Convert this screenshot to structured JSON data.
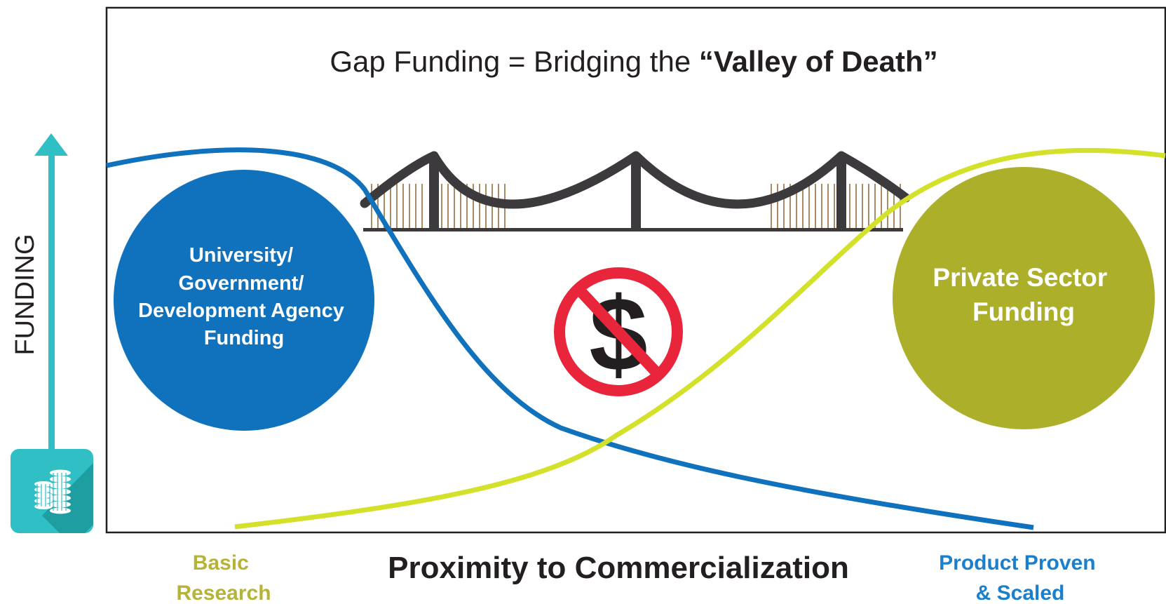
{
  "title": {
    "prefix": "Gap Funding = Bridging the ",
    "emphasis": "“Valley of Death”"
  },
  "y_axis": {
    "label": "FUNDING",
    "icon": "coins-stack-icon"
  },
  "x_axis": {
    "label": "Proximity to Commercialization",
    "start_label": [
      "Basic",
      "Research"
    ],
    "end_label": [
      "Product Proven",
      "& Scaled"
    ]
  },
  "public_funding": {
    "label": [
      "University/",
      "Government/",
      "Development Agency",
      "Funding"
    ]
  },
  "private_funding": {
    "label": [
      "Private Sector",
      "Funding"
    ]
  },
  "center_icon": "no-money-icon",
  "center_symbol": "$",
  "bridge_icon": "suspension-bridge-icon",
  "colors": {
    "public_blue": "#1072bd",
    "private_olive": "#abaf2a",
    "private_curve": "#d4e12a",
    "teal": "#2fbfc4",
    "teal_dark": "#1f9ea2",
    "no_red": "#e8253b",
    "bridge_dark": "#3c3a3c",
    "bridge_cable": "#a98c67",
    "start_label_color": "#b5b338",
    "end_label_color": "#1a7fcd"
  }
}
